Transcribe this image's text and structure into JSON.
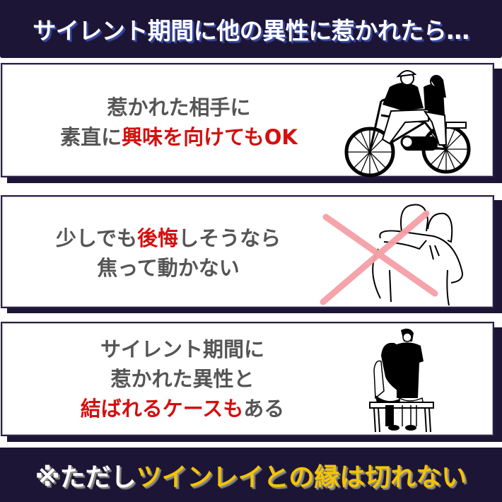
{
  "header": {
    "title": "サイレント期間に他の異性に惹かれたら…"
  },
  "panels": [
    {
      "lines": [
        [
          {
            "text": "惹かれた相手に",
            "highlight": false
          }
        ],
        [
          {
            "text": "素直に",
            "highlight": false
          },
          {
            "text": "興味を向けてもOK",
            "highlight": true
          }
        ]
      ],
      "illustration": "couple-on-bicycle-illustration"
    },
    {
      "lines": [
        [
          {
            "text": "少しでも",
            "highlight": false
          },
          {
            "text": "後悔",
            "highlight": true
          },
          {
            "text": "しそうなら",
            "highlight": false
          }
        ],
        [
          {
            "text": "焦って動かない",
            "highlight": false
          }
        ]
      ],
      "illustration": "couple-hugging-crossed-out-illustration"
    },
    {
      "lines": [
        [
          {
            "text": "サイレント期間に",
            "highlight": false
          }
        ],
        [
          {
            "text": "惹かれた異性と",
            "highlight": false
          }
        ],
        [
          {
            "text": "結ばれるケースも",
            "highlight": true
          },
          {
            "text": "ある",
            "highlight": false
          }
        ]
      ],
      "illustration": "couple-on-bench-illustration"
    }
  ],
  "footer": {
    "prefix": "※ただし",
    "highlight": "ツインレイとの縁は切れない"
  },
  "colors": {
    "navy": "#1d1535",
    "highlight_red": "#d40f0f",
    "body_gray": "#555555",
    "footer_yellow": "#f5c400",
    "cross_pink": "#f4a0a6"
  }
}
